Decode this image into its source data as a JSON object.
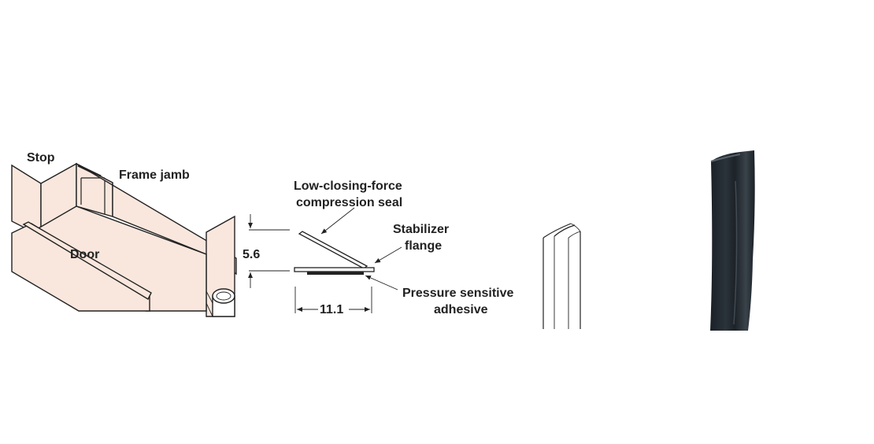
{
  "install_view": {
    "labels": {
      "stop": "Stop",
      "frame_jamb": "Frame jamb",
      "door": "Door"
    },
    "colors": {
      "wood": "#f9e7dd",
      "line": "#222222"
    }
  },
  "cross_section": {
    "labels": {
      "seal_line1": "Low-closing-force",
      "seal_line2": "compression seal",
      "stabilizer_line1": "Stabilizer",
      "stabilizer_line2": "flange",
      "adhesive_line1": "Pressure sensitive",
      "adhesive_line2": "adhesive"
    },
    "dimensions": {
      "height": "5.6",
      "width": "11.1"
    }
  },
  "profile_view": {},
  "product_photo": {
    "colors": {
      "rubber_dark": "#1a2026",
      "rubber_mid": "#2b333a",
      "rubber_highlight": "#59626a"
    }
  }
}
